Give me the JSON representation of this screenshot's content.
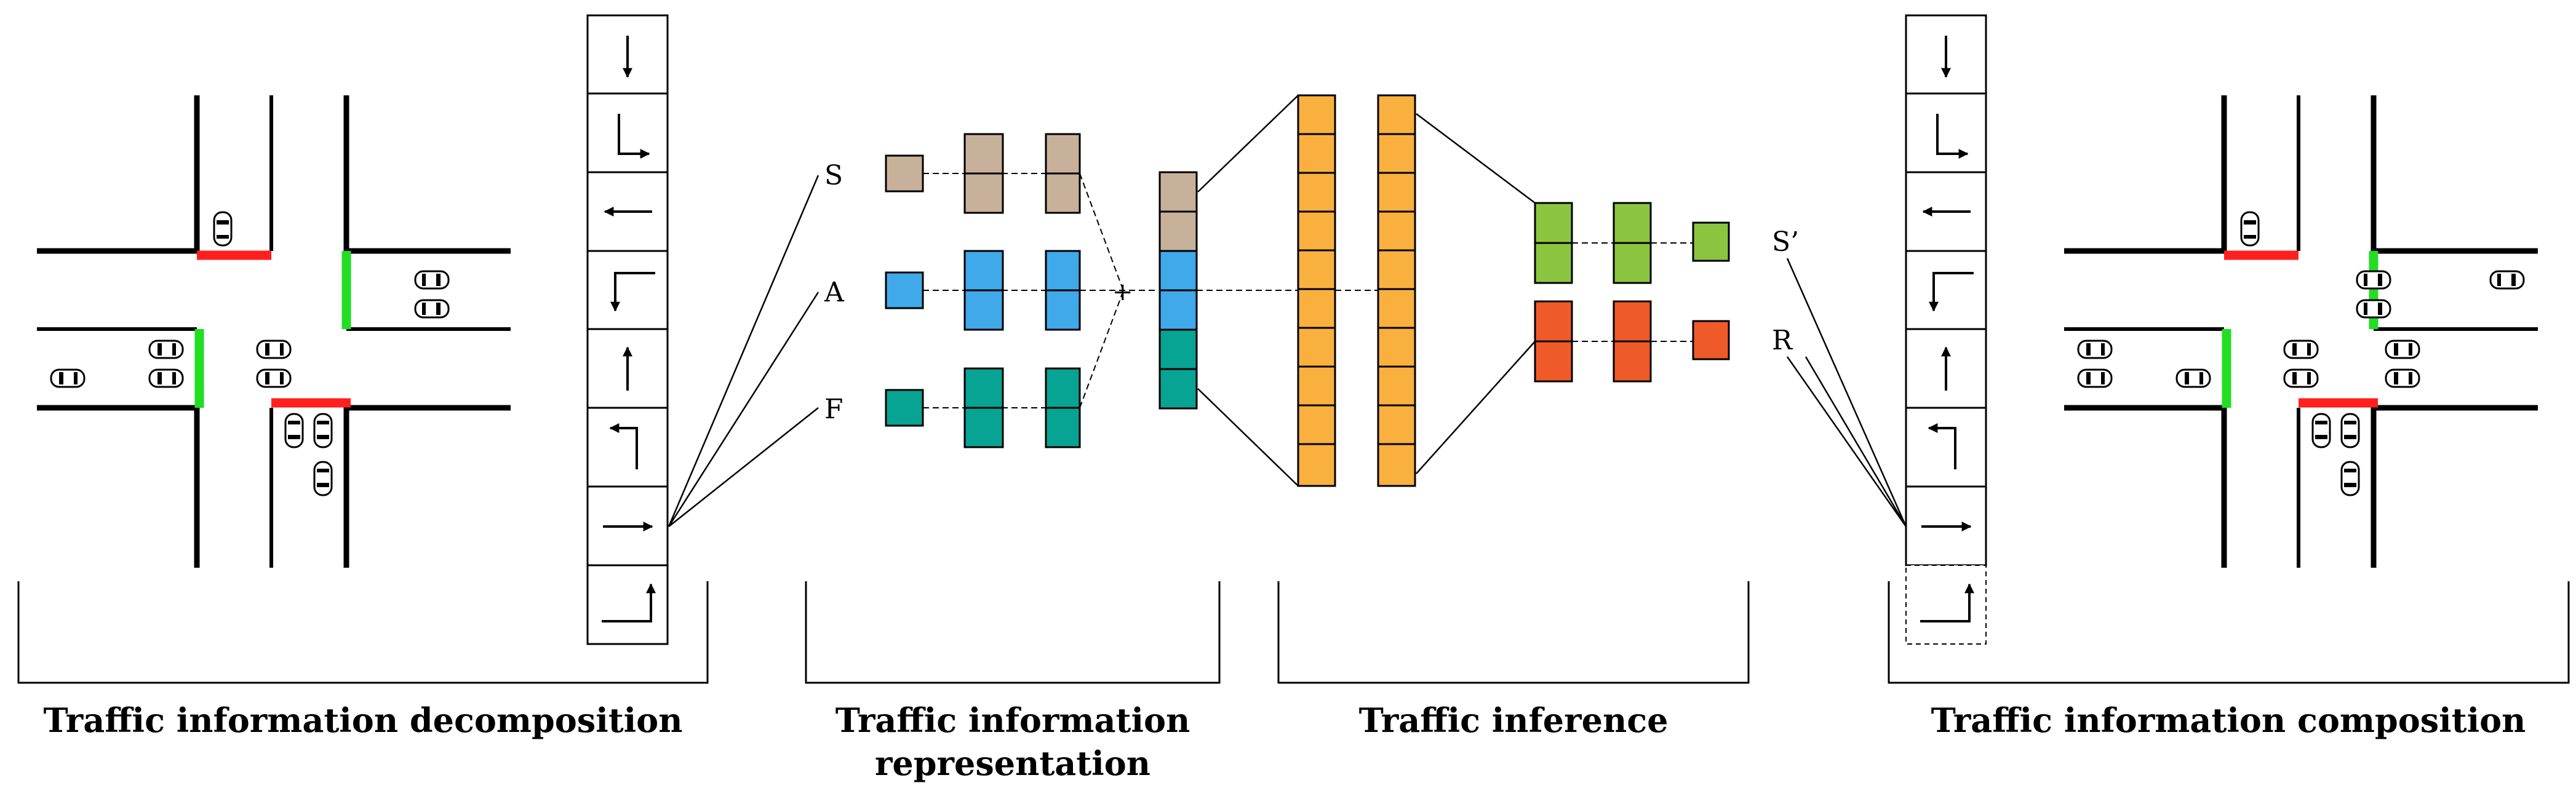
{
  "colors": {
    "state": "#c8b19a",
    "action": "#3fa9ea",
    "feature": "#07a393",
    "hidden": "#f9b03e",
    "next_state": "#8bc540",
    "reward": "#f05a28",
    "red_signal": "#ff1f1f",
    "green_signal": "#22dd22"
  },
  "labels": {
    "s": "S",
    "a": "A",
    "f": "F",
    "plus": "+",
    "s_prime": "S’",
    "r": "R"
  },
  "captions": {
    "decomposition": "Traffic information decomposition",
    "representation_line1": "Traffic information",
    "representation_line2": "representation",
    "inference": "Traffic inference",
    "composition": "Traffic information composition"
  },
  "lane_movements": [
    "down-arrow-icon",
    "down-right-turn-icon",
    "left-arrow-icon",
    "left-down-turn-icon",
    "up-arrow-icon",
    "up-left-turn-icon",
    "right-arrow-icon",
    "right-up-turn-icon"
  ]
}
